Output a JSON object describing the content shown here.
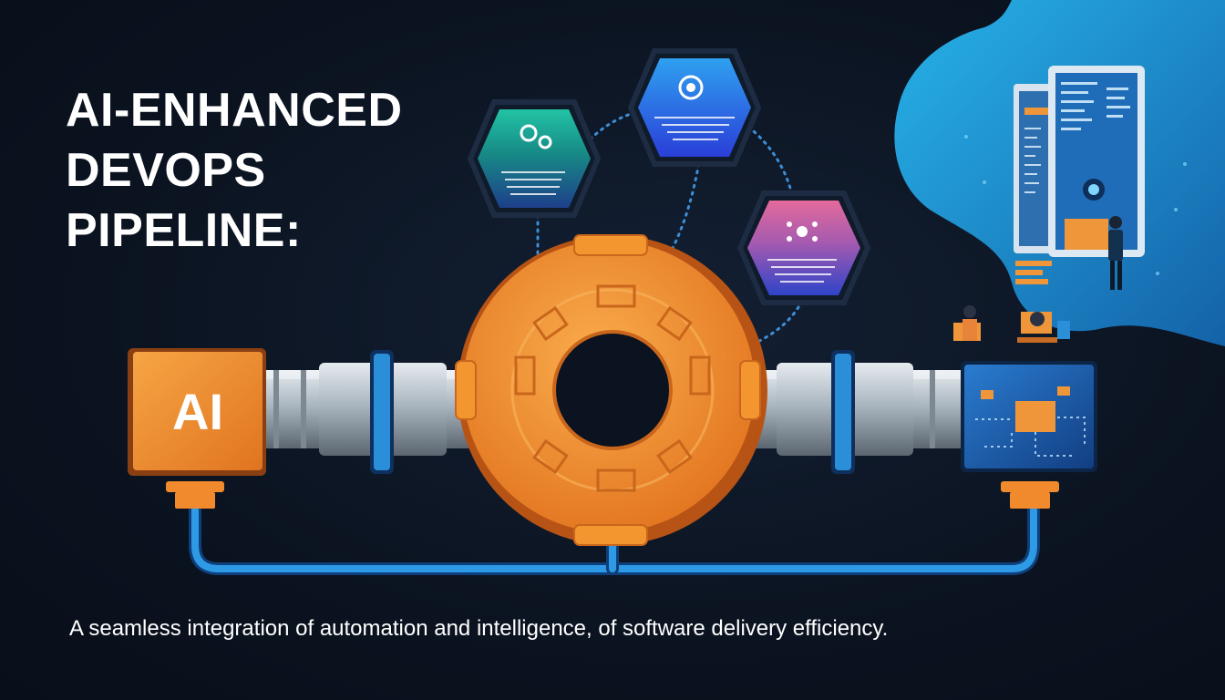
{
  "title": {
    "line1": "AI-ENHANCED",
    "line2": "DEVOPS",
    "line3": "PIPELINE:"
  },
  "ai_block": {
    "label": "AI"
  },
  "caption": "A seamless integration of automation and intelligence,  of software delivery efficiency.",
  "colors": {
    "background": "#0b1320",
    "accent_orange": "#f08a2c",
    "accent_blue": "#2a8fd8",
    "blob_blue": "#1f9ad6",
    "teal_badge": "#1bb39a",
    "blue_badge": "#3a6ee8",
    "pink_badge": "#d8609c"
  },
  "icons": [
    "gears-icon",
    "settings-icon",
    "network-icon",
    "monitor-illustration",
    "people-illustration",
    "circuit-board-icon"
  ]
}
